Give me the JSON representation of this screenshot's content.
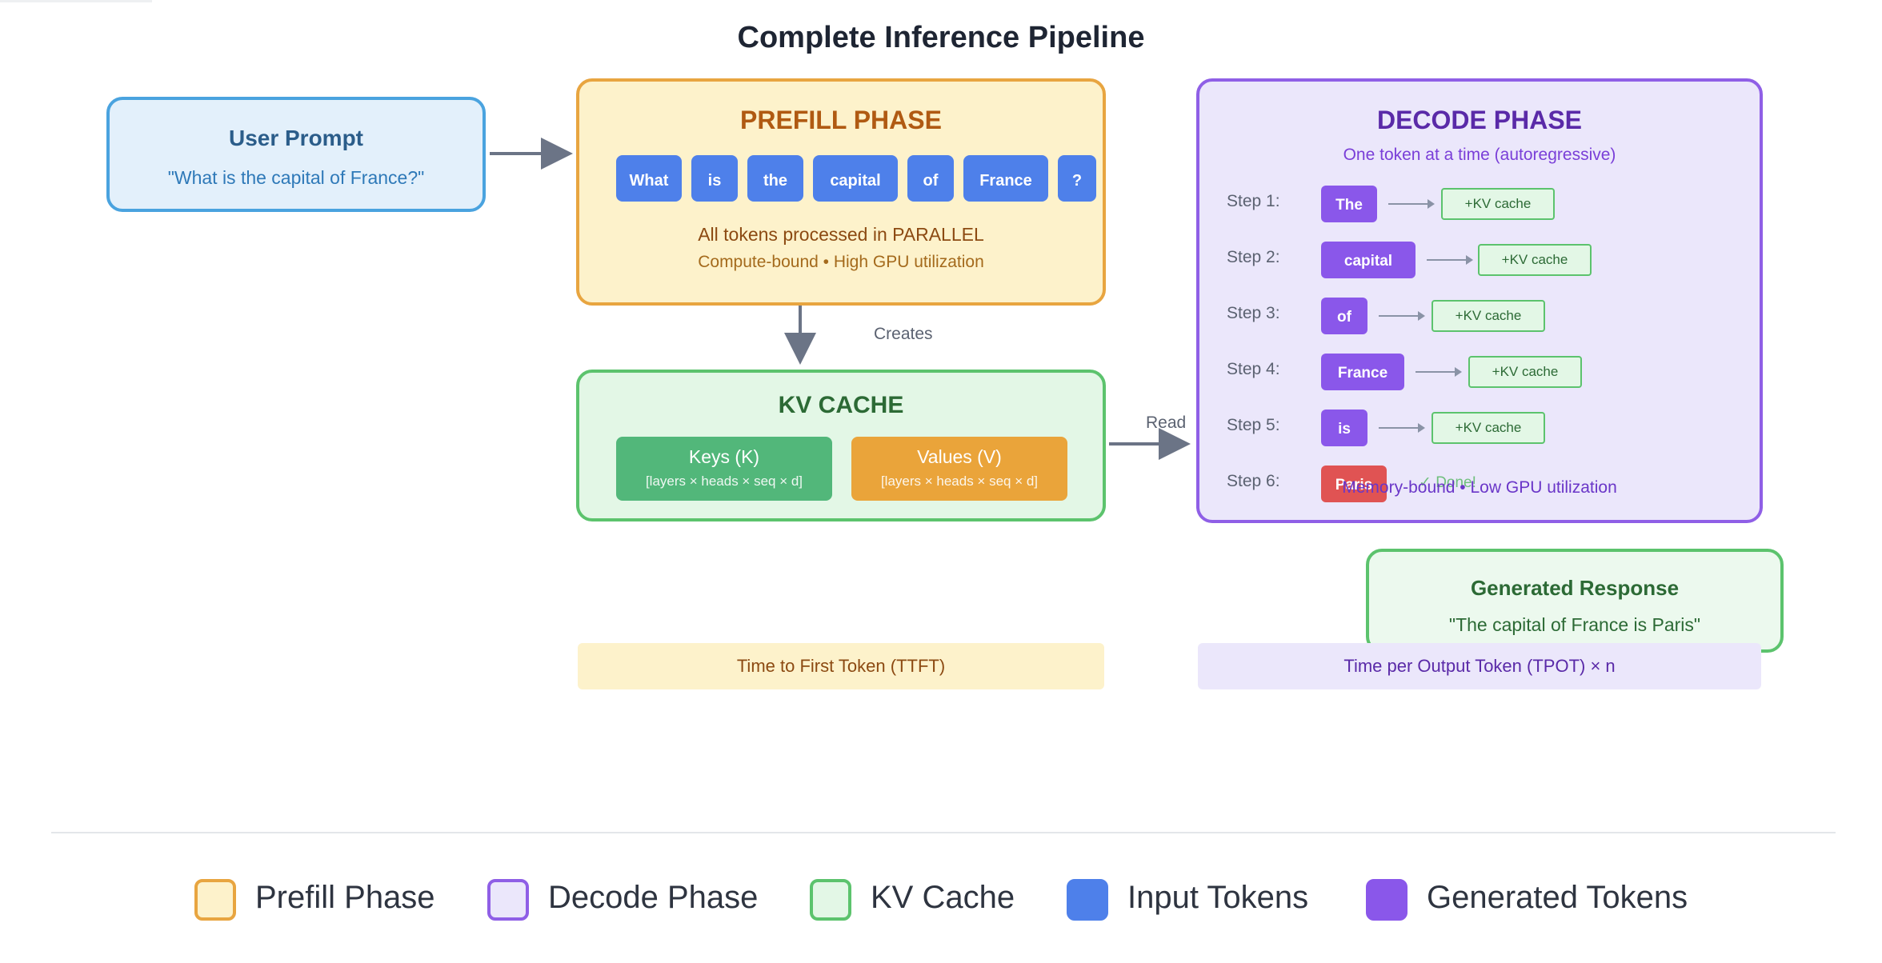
{
  "title": "Complete Inference Pipeline",
  "user_prompt": {
    "heading": "User Prompt",
    "text": "\"What is the capital of France?\""
  },
  "prefill": {
    "heading": "PREFILL PHASE",
    "tokens": [
      "What",
      "is",
      "the",
      "capital",
      "of",
      "France",
      "?"
    ],
    "line1": "All tokens processed in PARALLEL",
    "line2": "Compute-bound • High GPU utilization"
  },
  "arrows": {
    "creates": "Creates",
    "read": "Read"
  },
  "kv_cache": {
    "heading": "KV CACHE",
    "keys_label": "Keys (K)",
    "keys_dims": "[layers × heads × seq × d]",
    "values_label": "Values (V)",
    "values_dims": "[layers × heads × seq × d]"
  },
  "decode": {
    "heading": "DECODE PHASE",
    "subtitle": "One token at a time (autoregressive)",
    "steps": [
      {
        "label": "Step 1:",
        "token": "The",
        "cache": "+KV cache"
      },
      {
        "label": "Step 2:",
        "token": "capital",
        "cache": "+KV cache"
      },
      {
        "label": "Step 3:",
        "token": "of",
        "cache": "+KV cache"
      },
      {
        "label": "Step 4:",
        "token": "France",
        "cache": "+KV cache"
      },
      {
        "label": "Step 5:",
        "token": "is",
        "cache": "+KV cache"
      },
      {
        "label": "Step 6:",
        "token": "Paris",
        "done": "✓ Done!"
      }
    ],
    "footer": "Memory-bound • Low GPU utilization"
  },
  "response": {
    "heading": "Generated Response",
    "text": "\"The capital of France is Paris\""
  },
  "timeline": {
    "ttft": "Time to First Token (TTFT)",
    "tpot": "Time per Output Token (TPOT) × n"
  },
  "legend": [
    {
      "label": "Prefill Phase",
      "fill": "#fdf2cb",
      "border": "#e8a540"
    },
    {
      "label": "Decode Phase",
      "fill": "#ebe7fb",
      "border": "#8f5fe6"
    },
    {
      "label": "KV Cache",
      "fill": "#e3f7e6",
      "border": "#5cc36d"
    },
    {
      "label": "Input Tokens",
      "fill": "#4e80ea",
      "border": "#4e80ea"
    },
    {
      "label": "Generated Tokens",
      "fill": "#8a57ea",
      "border": "#8a57ea"
    }
  ]
}
